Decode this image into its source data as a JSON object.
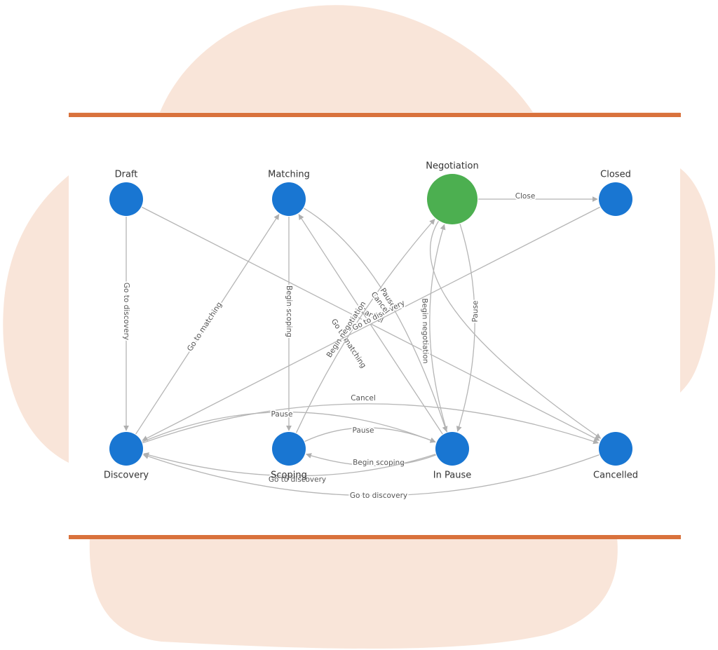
{
  "diagram": {
    "nodes": [
      {
        "id": "draft",
        "label": "Draft",
        "color": "#1976d2",
        "highlight": false
      },
      {
        "id": "matching",
        "label": "Matching",
        "color": "#1976d2",
        "highlight": false
      },
      {
        "id": "negotiation",
        "label": "Negotiation",
        "color": "#4caf50",
        "highlight": true
      },
      {
        "id": "closed",
        "label": "Closed",
        "color": "#1976d2",
        "highlight": false
      },
      {
        "id": "discovery",
        "label": "Discovery",
        "color": "#1976d2",
        "highlight": false
      },
      {
        "id": "scoping",
        "label": "Scoping",
        "color": "#1976d2",
        "highlight": false
      },
      {
        "id": "in_pause",
        "label": "In Pause",
        "color": "#1976d2",
        "highlight": false
      },
      {
        "id": "cancelled",
        "label": "Cancelled",
        "color": "#1976d2",
        "highlight": false
      }
    ],
    "edges": [
      {
        "id": "draft_discovery",
        "from": "draft",
        "to": "discovery",
        "label": "Go to discovery"
      },
      {
        "id": "draft_cancelled",
        "from": "draft",
        "to": "cancelled",
        "label": "Cancel"
      },
      {
        "id": "discovery_matching",
        "from": "discovery",
        "to": "matching",
        "label": "Go to matching"
      },
      {
        "id": "matching_scoping",
        "from": "matching",
        "to": "scoping",
        "label": "Begin scoping"
      },
      {
        "id": "matching_pause",
        "from": "matching",
        "to": "in_pause",
        "label": "Pause"
      },
      {
        "id": "pause_matching",
        "from": "in_pause",
        "to": "matching",
        "label": "Go to matching"
      },
      {
        "id": "scoping_negotiation",
        "from": "scoping",
        "to": "negotiation",
        "label": "Begin negotiation"
      },
      {
        "id": "pause_negotiation",
        "from": "in_pause",
        "to": "negotiation",
        "label": "Begin negotiation"
      },
      {
        "id": "negotiation_pause",
        "from": "negotiation",
        "to": "in_pause",
        "label": "Pause"
      },
      {
        "id": "negotiation_closed",
        "from": "negotiation",
        "to": "closed",
        "label": "Close"
      },
      {
        "id": "closed_discovery",
        "from": "closed",
        "to": "discovery",
        "label": "Go to discovery"
      },
      {
        "id": "negotiation_cancelled",
        "from": "negotiation",
        "to": "cancelled",
        "label": "Cancel"
      },
      {
        "id": "discovery_cancelled",
        "from": "discovery",
        "to": "cancelled",
        "label": "Cancel"
      },
      {
        "id": "discovery_pause",
        "from": "discovery",
        "to": "in_pause",
        "label": "Pause"
      },
      {
        "id": "scoping_pause",
        "from": "scoping",
        "to": "in_pause",
        "label": "Pause"
      },
      {
        "id": "pause_scoping",
        "from": "in_pause",
        "to": "scoping",
        "label": "Begin scoping"
      },
      {
        "id": "pause_discovery",
        "from": "in_pause",
        "to": "discovery",
        "label": "Go to discovery"
      },
      {
        "id": "cancelled_discovery",
        "from": "cancelled",
        "to": "discovery",
        "label": "Go to discovery"
      }
    ]
  },
  "colors": {
    "blob": "#f9e5d9",
    "rule": "#d9723c",
    "panel": "#ffffff",
    "edge": "#b5b5b5"
  }
}
